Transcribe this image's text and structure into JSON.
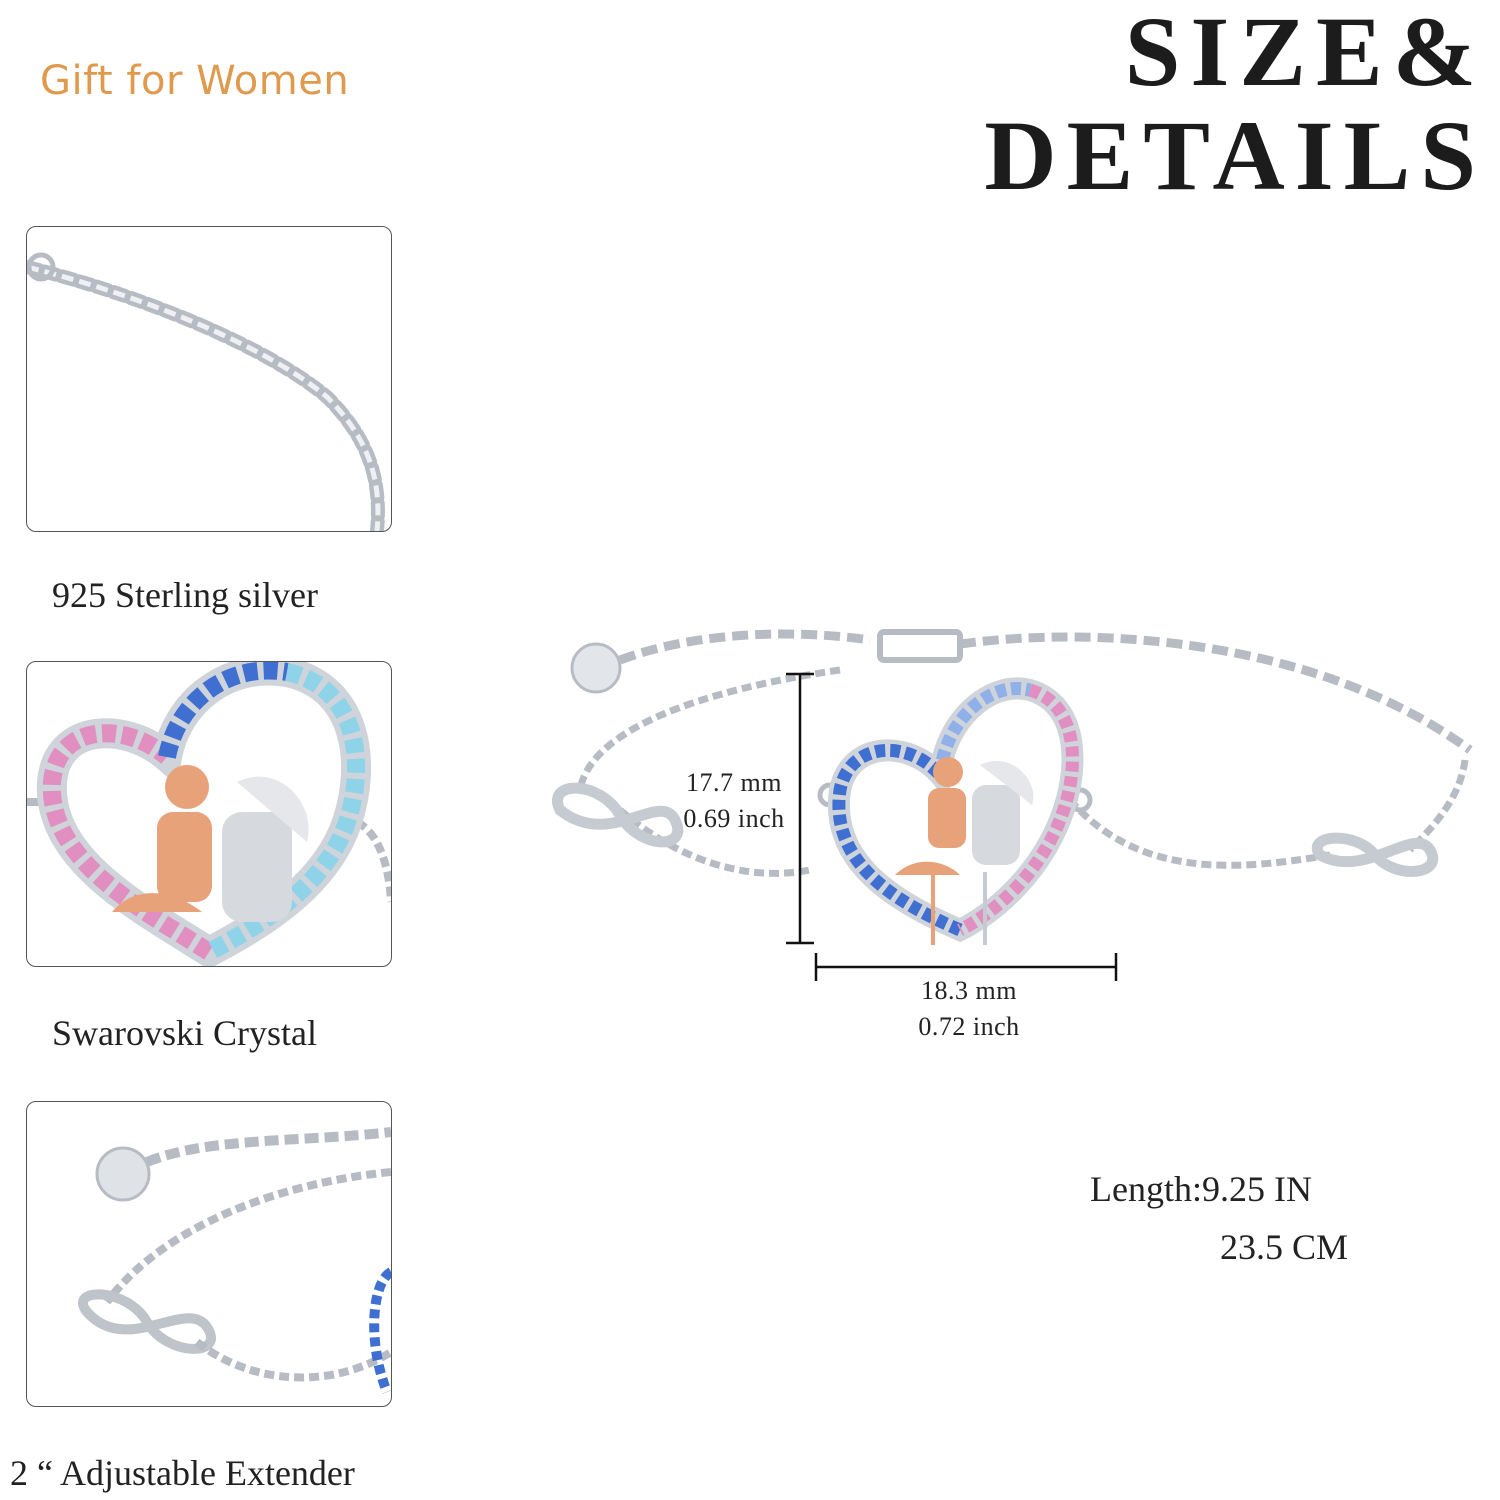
{
  "header": {
    "tagline": "Gift for Women",
    "title_line1": "SIZE&",
    "title_line2": "DETAILS"
  },
  "features": [
    {
      "caption": "925 Sterling silver",
      "icon": "chain-closeup-image"
    },
    {
      "caption": "Swarovski Crystal",
      "icon": "heart-pendant-closeup-image"
    },
    {
      "caption": "2 “ Adjustable Extender",
      "icon": "extender-closeup-image"
    }
  ],
  "dimensions": {
    "height_mm": "17.7 mm",
    "height_inch": "0.69 inch",
    "width_mm": "18.3 mm",
    "width_inch": "0.72 inch"
  },
  "length": {
    "line1": "Length:9.25 IN",
    "line2": "23.5 CM"
  },
  "colors": {
    "accent": "#e09a4e",
    "text": "#222222",
    "silver": "#c9ccd2",
    "rose_gold": "#e8a27a",
    "crystal_blue": "#3f6fd1",
    "crystal_pink": "#e08fc0",
    "crystal_aqua": "#8fd3e8"
  }
}
